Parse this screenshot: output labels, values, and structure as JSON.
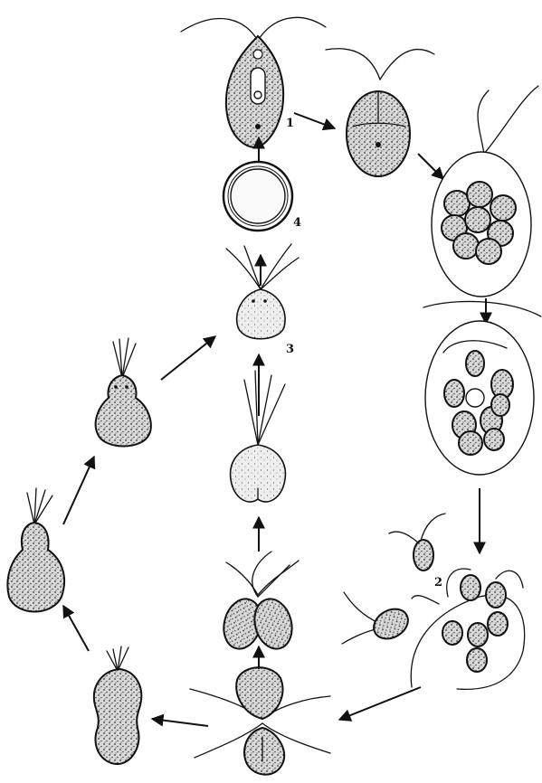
{
  "figure": {
    "labels": {
      "stage_1": "1",
      "stage_2": "2",
      "stage_3": "3",
      "stage_4": "4"
    },
    "colors": {
      "ink": "#111111",
      "paper": "#ffffff"
    }
  }
}
